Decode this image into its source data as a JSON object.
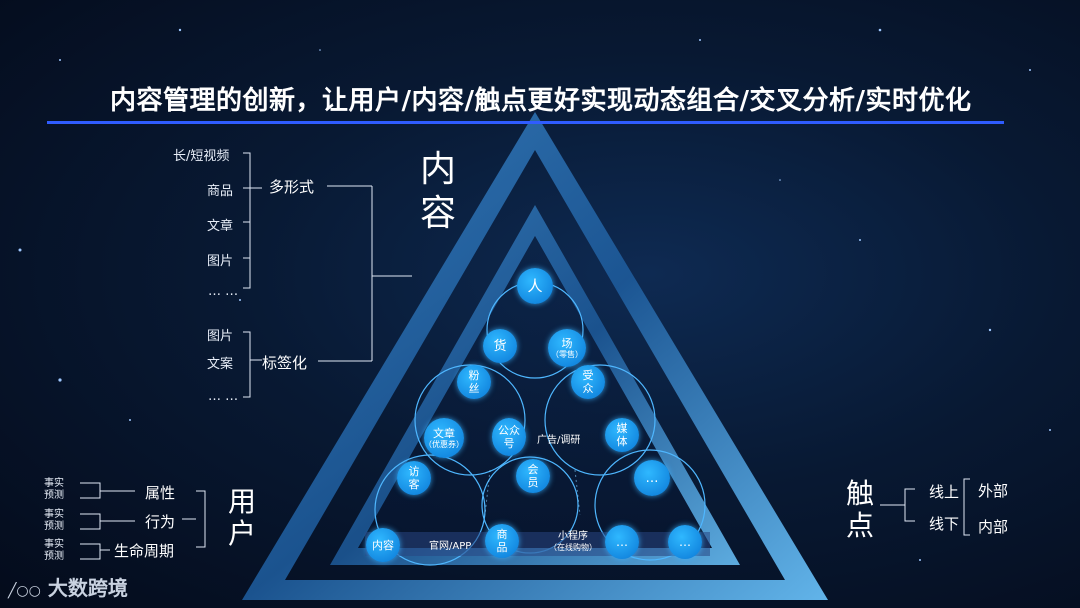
{
  "title": "内容管理的创新，让用户/内容/触点更好实现动态组合/交叉分析/实时优化",
  "content": {
    "heading": "内容",
    "forms_label": "多形式",
    "forms": [
      "长/短视频",
      "商品",
      "文章",
      "图片",
      "… …"
    ],
    "tags_label": "标签化",
    "tags": [
      "图片",
      "文案",
      "… …"
    ]
  },
  "user": {
    "heading": "用户",
    "items": [
      {
        "label": "属性",
        "sub": [
          "事实",
          "预测"
        ]
      },
      {
        "label": "行为",
        "sub": [
          "事实",
          "预测"
        ]
      },
      {
        "label": "生命周期",
        "sub": [
          "事实",
          "预测"
        ]
      }
    ]
  },
  "touch": {
    "heading": "触点",
    "online": "线上",
    "offline": "线下",
    "external": "外部",
    "internal": "内部"
  },
  "pyramid": {
    "ren": "人",
    "huo": "货",
    "chang": "场",
    "chang_sub": "（零售）",
    "fensi": "粉丝",
    "shouzhong": "受众",
    "wenzhang": "文章",
    "wenzhang_sub": "（优惠券）",
    "gongzhonghao": "公众号",
    "guanggao": "广告/调研",
    "meiti": "媒体",
    "fangke": "访客",
    "huiyuan": "会员",
    "dots_top": "…",
    "neirong": "内容",
    "guanwang": "官网/APP",
    "shangpin": "商品",
    "xiaochengxu": "小程序",
    "xiaochengxu_sub": "（在线购物）",
    "dots_a": "…",
    "dots_b": "…"
  },
  "logo": "大数跨境"
}
